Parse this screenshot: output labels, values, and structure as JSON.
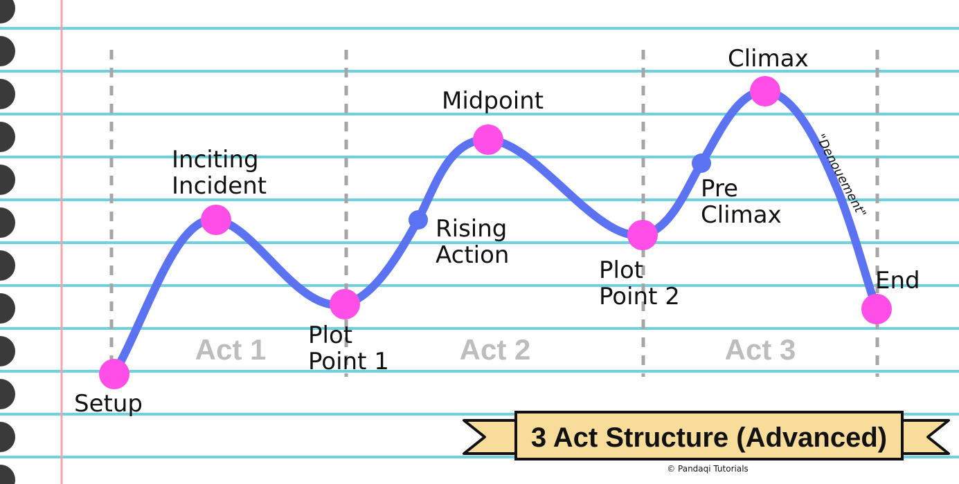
{
  "title": "3 Act Structure (Advanced)",
  "credit": "© Pandaqi Tutorials",
  "colors": {
    "ruled_line": "#6fd0e0",
    "margin_line": "#f4a3a8",
    "hole": "#3a3a3a",
    "curve": "#5b73f0",
    "major_point": "#ff4fe6",
    "minor_point": "#5b73f0",
    "act_label": "#bdbdbd",
    "divider": "#a6a6a6",
    "banner_fill": "#f7dc9a",
    "banner_border": "#111111"
  },
  "points": {
    "setup": "Setup",
    "inciting_1": "Inciting",
    "inciting_2": "Incident",
    "plot1_1": "Plot",
    "plot1_2": "Point 1",
    "rising_1": "Rising",
    "rising_2": "Action",
    "midpoint": "Midpoint",
    "plot2_1": "Plot",
    "plot2_2": "Point 2",
    "pre_1": "Pre",
    "pre_2": "Climax",
    "climax": "Climax",
    "end": "End",
    "denouement": "\"Denouement\""
  },
  "acts": [
    "Act 1",
    "Act 2",
    "Act 3"
  ]
}
